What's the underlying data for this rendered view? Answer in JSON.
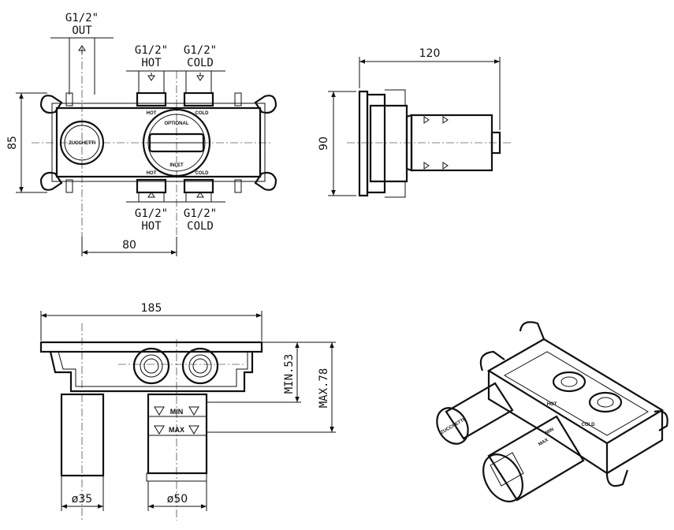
{
  "top_view": {
    "out_port": [
      "G1/2\"",
      "OUT"
    ],
    "hot_top": [
      "G1/2\"",
      "HOT"
    ],
    "cold_top": [
      "G1/2\"",
      "COLD"
    ],
    "hot_bottom": [
      "G1/2\"",
      "HOT"
    ],
    "cold_bottom": [
      "G1/2\"",
      "COLD"
    ],
    "height_dim": "85",
    "width_dim": "80",
    "brand": "ZUCCHETTI",
    "engraving_hot": "HOT",
    "engraving_cold": "COLD",
    "engraving_optional": "OPTIONAL",
    "engraving_inlet": "INLET"
  },
  "side_view": {
    "depth_dim": "120",
    "height_dim": "90"
  },
  "front_view": {
    "width_dim": "185",
    "min_depth": "MIN.53",
    "max_depth": "MAX.78",
    "min_mark": "MIN",
    "max_mark": "MAX",
    "diameter_small": "ø35",
    "diameter_large": "ø50"
  },
  "iso_view": {
    "brand": "ZUCCHETTI",
    "hot": "HOT",
    "cold": "COLD",
    "min": "MIN",
    "max": "MAX"
  }
}
